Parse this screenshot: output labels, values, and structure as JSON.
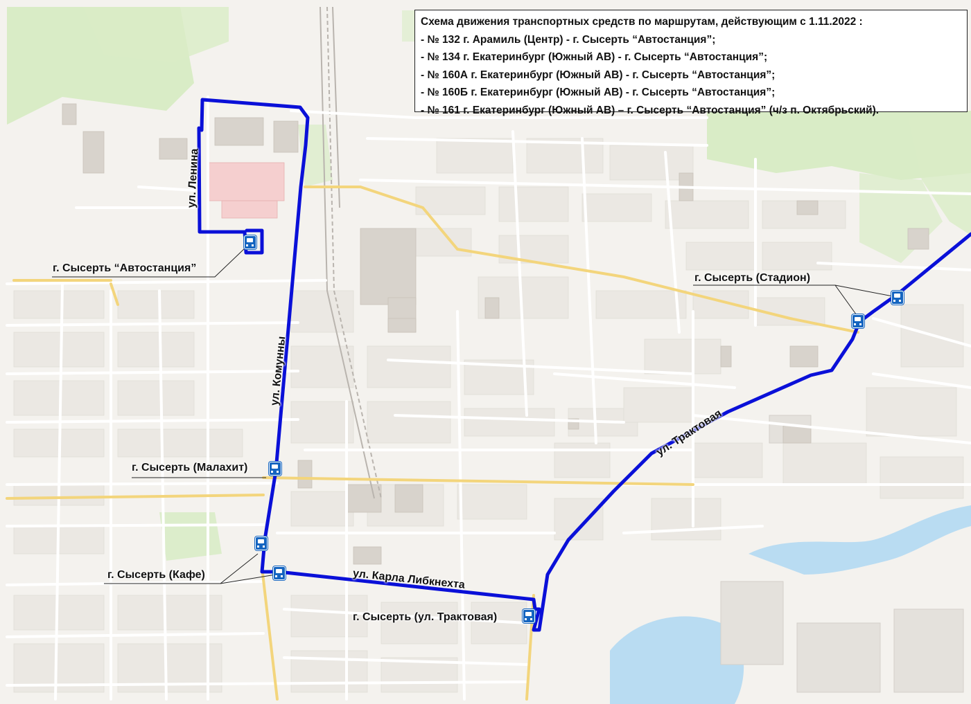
{
  "legend": {
    "title": "Схема движения транспортных средств по маршрутам, действующим с 1.11.2022 :",
    "routes": [
      "- № 132 г. Арамиль (Центр) - г. Сысерть “Автостанция”;",
      "- № 134 г. Екатеринбург (Южный АВ) - г. Сысерть “Автостанция”;",
      "- № 160А г. Екатеринбург (Южный АВ) - г. Сысерть “Автостанция”;",
      "- № 160Б г. Екатеринбург (Южный АВ) - г. Сысерть “Автостанция”;",
      "- № 161 г. Екатеринбург (Южный АВ) – г. Сысерть “Автостанция” (ч/з п. Октябрьский)."
    ]
  },
  "stops": {
    "avtostantsiya": "г. Сысерть “Автостанция”",
    "stadion": "г. Сысерть (Стадион)",
    "malakhit": "г. Сысерть (Малахит)",
    "kafe": "г. Сысерть (Кафе)",
    "traktovaya": "г. Сысерть (ул. Трактовая)"
  },
  "streets": {
    "lenina": "ул. Ленина",
    "komunny": "ул. Комунны",
    "traktovaya": "ул. Трактовая",
    "libknekhta": "ул. Карла Либкнехта"
  },
  "colors": {
    "route": "#0a10d8",
    "bus_stop_icon": "#1565c0",
    "map_background": "#f4f2ee",
    "park_green": "#d9ecc6",
    "water": "#b9dcf2",
    "road_major": "#f3d57c"
  },
  "icons": [
    "bus-stop-icon"
  ]
}
